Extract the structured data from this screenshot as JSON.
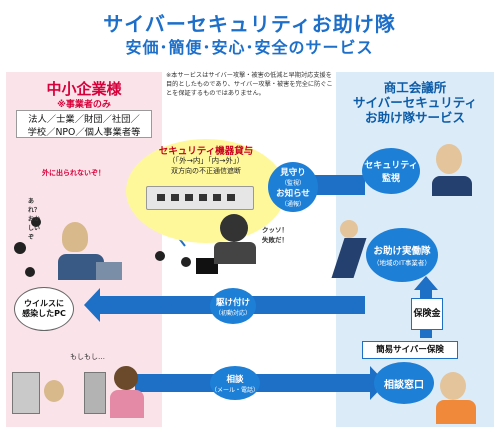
{
  "header": {
    "title": "サイバーセキュリティお助け隊",
    "subtitle": "安価･簡便･安心･安全のサービス"
  },
  "note": "※本サービスはサイバー攻撃・被害の低減と早期対応支援を目的としたものであり、サイバー攻撃・被害を完全に防ぐことを保証するものではありません。",
  "left": {
    "heading": "中小企業様",
    "subheading": "※事業者のみ",
    "entities_line1": "法人／士業／財団／社団／",
    "entities_line2": "学校／NPO／個人事業者等",
    "virus_pc_line1": "ウイルスに",
    "virus_pc_line2": "感染したPC",
    "speech_outside": "外に出られないぞ！",
    "speech_worried": "あれ？おかしいぞ",
    "speech_moshimoshi": "もしもし…"
  },
  "right": {
    "heading_line1": "商工会議所",
    "heading_line2": "サイバーセキュリティ",
    "heading_line3": "お助け隊サービス",
    "security_line1": "セキュリティ",
    "security_line2": "監視",
    "rescue_title": "お助け実働隊",
    "rescue_sub": "（地域のIT事業者）",
    "insurance": "保険金",
    "simple_insurance": "簡易サイバー保険",
    "consult_window": "相談窓口"
  },
  "device": {
    "title": "セキュリティ機器貸与",
    "sub1": "（「外→内」「内→外」）",
    "sub2": "双方向の不正通信遮断"
  },
  "hacker_speech": "クッソ！失敗だ！",
  "flows": {
    "monitor_title": "見守り",
    "monitor_sub": "（監視）",
    "notify_title": "お知らせ",
    "notify_sub": "（通報）",
    "rush_title": "駆け付け",
    "rush_sub": "（初動対応）",
    "consult_title": "相談",
    "consult_sub": "（メール・電話）"
  },
  "colors": {
    "title_blue": "#1d6fc9",
    "accent_red": "#d7003a",
    "band_blue": "#1e6fc6",
    "left_bg": "#fbe3ea",
    "right_bg": "#dcebf8",
    "device_yellow": "#fff89a"
  }
}
